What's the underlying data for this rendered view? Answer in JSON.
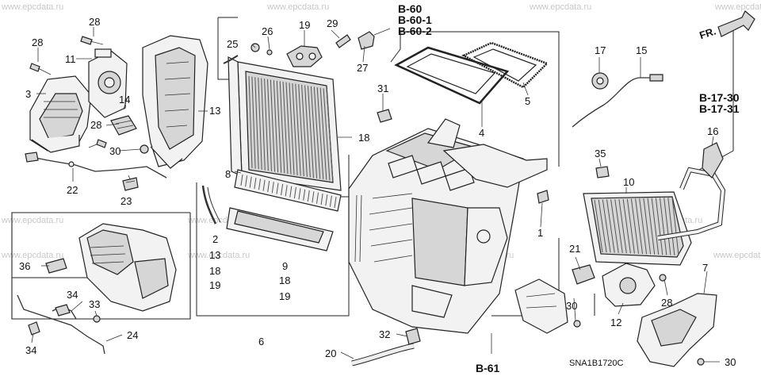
{
  "watermark": "www.epcdata.ru",
  "diagram_code": "SNA1B1720C",
  "direction_label": "FR.",
  "ref_labels": {
    "b60": "B-60",
    "b60_1": "B-60-1",
    "b60_2": "B-60-2",
    "b17_30": "B-17-30",
    "b17_31": "B-17-31",
    "b61": "B-61"
  },
  "part_labels": {
    "p1": "1",
    "p2": "2",
    "p3": "3",
    "p4": "4",
    "p5": "5",
    "p6": "6",
    "p7": "7",
    "p8": "8",
    "p9": "9",
    "p10": "10",
    "p11": "11",
    "p12": "12",
    "p13": "13",
    "p14": "14",
    "p15": "15",
    "p16": "16",
    "p17": "17",
    "p18": "18",
    "p19": "19",
    "p20": "20",
    "p21": "21",
    "p22": "22",
    "p23": "23",
    "p24": "24",
    "p25": "25",
    "p26": "26",
    "p27": "27",
    "p28": "28",
    "p29": "29",
    "p30": "30",
    "p31": "31",
    "p32": "32",
    "p33": "33",
    "p34": "34",
    "p35": "35",
    "p36": "36"
  }
}
